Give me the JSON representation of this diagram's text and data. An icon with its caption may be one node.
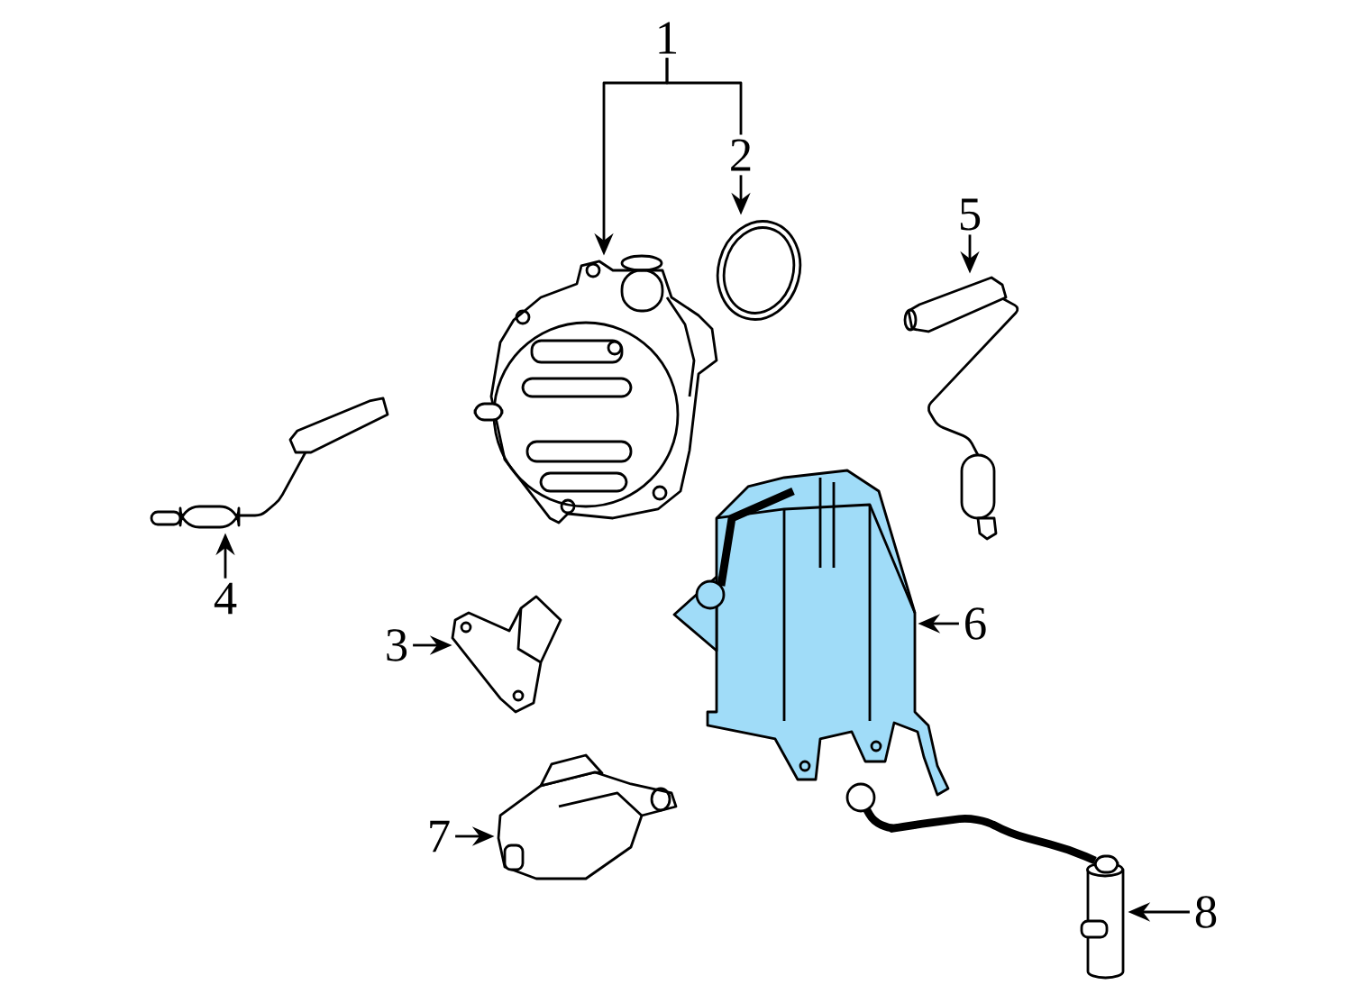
{
  "diagram": {
    "nodes": [
      {
        "text": [
          "1"
        ]
      },
      {
        "text": [
          "2"
        ]
      },
      {
        "text": [
          "5"
        ]
      },
      {
        "text": [
          "4"
        ]
      },
      {
        "text": [
          "3"
        ]
      },
      {
        "text": [
          "6"
        ]
      },
      {
        "text": [
          "7"
        ]
      },
      {
        "text": [
          "8"
        ]
      },
      {
        "text": [],
        "shape": "picture"
      },
      {
        "text": [],
        "shape": "picture"
      },
      {
        "text": [],
        "shape": "picture"
      },
      {
        "text": [],
        "shape": "picture"
      },
      {
        "text": [],
        "shape": "picture"
      },
      {
        "text": [],
        "shape": "picture"
      },
      {
        "text": [],
        "shape": "picture"
      },
      {
        "text": [],
        "shape": "picture"
      }
    ],
    "edges": [
      {
        "from": 0,
        "to": 8,
        "arrow": "to"
      },
      {
        "from": 0,
        "to": 1,
        "arrow": "none"
      },
      {
        "from": 1,
        "to": 9,
        "arrow": "to"
      },
      {
        "from": 2,
        "to": 10,
        "arrow": "to"
      },
      {
        "from": 3,
        "to": 11,
        "arrow": "to"
      },
      {
        "from": 4,
        "to": 12,
        "arrow": "to"
      },
      {
        "from": 5,
        "to": 13,
        "arrow": "to"
      },
      {
        "from": 6,
        "to": 14,
        "arrow": "to"
      },
      {
        "from": 7,
        "to": 15,
        "arrow": "to"
      }
    ]
  }
}
